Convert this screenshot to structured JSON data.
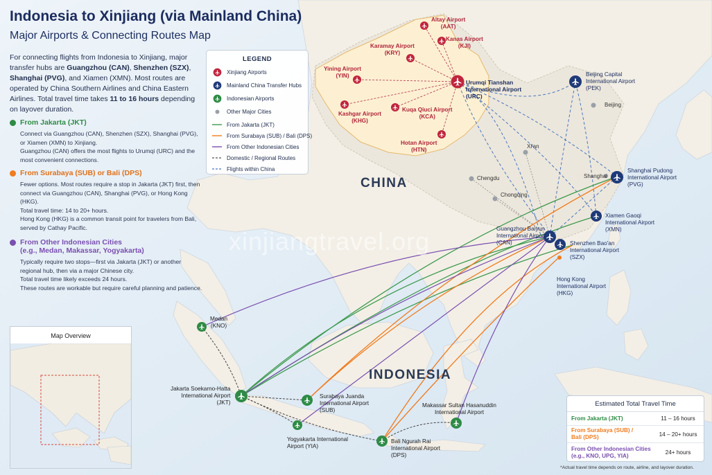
{
  "header": {
    "title": "Indonesia to Xinjiang (via Mainland China)",
    "subtitle": "Major Airports & Connecting Routes Map"
  },
  "intro": {
    "p1": "For connecting flights from Indonesia to Xinjiang, major transfer hubs are ",
    "hub1": "Guangzhou (CAN)",
    "sep1": ", ",
    "hub2": "Shenzhen (SZX)",
    "sep2": ", ",
    "hub3": "Shanghai (PVG)",
    "p2": ", and Xiamen (XMN). Most routes are operated by China Southern Airlines and China Eastern Airlines. Total travel time takes ",
    "time": "11 to 16 hours",
    "p3": " depending on layover duration."
  },
  "sections": {
    "jakarta": {
      "title": "From Jakarta (JKT)",
      "lines": [
        "Connect via Guangzhou (CAN), Shenzhen (SZX), Shanghai (PVG), or Xiamen (XMN) to Xinjiang.",
        "Guangzhou (CAN) offers the most flights to Urumqi (URC) and the most convenient connections."
      ]
    },
    "surabaya": {
      "title": "From Surabaya (SUB) or Bali (DPS)",
      "lines": [
        "Fewer options. Most routes require a stop in Jakarta (JKT) first, then connect via Guangzhou (CAN), Shanghai (PVG), or Hong Kong (HKG).",
        "Total travel time: 14 to 20+ hours.",
        "Hong Kong (HKG) is a common transit point for travelers from Bali, served by Cathay Pacific."
      ]
    },
    "other": {
      "title1": "From Other Indonesian Cities",
      "title2": "(e.g., Medan, Makassar, Yogyakarta)",
      "lines": [
        "Typically require two stops—first via Jakarta (JKT) or another regional hub, then via a major Chinese city.",
        "Total travel time likely exceeds 24 hours.",
        "These routes are workable but require careful planning and patience."
      ]
    }
  },
  "legend": {
    "title": "LEGEND",
    "items": [
      "Xinjiang Airports",
      "Mainland China Transfer Hubs",
      "Indonesian Airports",
      "Other Major Cities",
      "From Jakarta (JKT)",
      "From Surabaya (SUB) / Bali (DPS)",
      "From Other Indonesian Cities",
      "Domestic / Regional Routes",
      "Flights within China"
    ]
  },
  "colors": {
    "xinjiang": "#c0253c",
    "hub": "#1f3a78",
    "indonesia": "#2e8b45",
    "jakarta": "#3e9a4e",
    "surabaya": "#ef7c1f",
    "other": "#7a4fb0",
    "domestic": "#555555",
    "china": "#4a76c0"
  },
  "airports": {
    "altay": {
      "name": "Altay Airport",
      "code": "(AAT)"
    },
    "kanas": {
      "name": "Kanas Airport",
      "code": "(KJI)"
    },
    "karamay": {
      "name": "Karamay Airport",
      "code": "(KRY)"
    },
    "yining": {
      "name": "Yining Airport",
      "code": "(YIN)"
    },
    "urumqi": {
      "name1": "Urumqi Tianshan",
      "name2": "International Airport",
      "code": "(URC)"
    },
    "kashgar": {
      "name": "Kashgar Airport",
      "code": "(KHG)"
    },
    "kuqa": {
      "name": "Kuqa Qiuci Airport",
      "code": "(KCA)"
    },
    "hotan": {
      "name": "Hotan Airport",
      "code": "(HTN)"
    },
    "beijing": {
      "name1": "Beijing Capital",
      "name2": "International Airport",
      "code": "(PEK)"
    },
    "shanghai": {
      "name1": "Shanghai Pudong",
      "name2": "International Airport",
      "code": "(PVG)"
    },
    "xiamen": {
      "name1": "Xiamen Gaoqi",
      "name2": "International Airport",
      "code": "(XMN)"
    },
    "guangzhou": {
      "name1": "Guangzhou Baiyun",
      "name2": "International Airport",
      "code": "(CAN)"
    },
    "shenzhen": {
      "name1": "Shenzhen Bao'an",
      "name2": "International Airport",
      "code": "(SZX)"
    },
    "hongkong": {
      "name1": "Hong Kong",
      "name2": "International Airport",
      "code": "(HKG)"
    },
    "medan": {
      "name": "Medan",
      "code": "(KNO)"
    },
    "jakarta": {
      "name1": "Jakarta Soekarno-Hatta",
      "name2": "International Airport",
      "code": "(JKT)"
    },
    "surabaya": {
      "name1": "Surabaya Juanda",
      "name2": "International Airport",
      "code": "(SUB)"
    },
    "yogyakarta": {
      "name1": "Yogyakarta International",
      "name2": "Airport (YIA)"
    },
    "bali": {
      "name1": "Bali Ngurah Rai",
      "name2": "International Airport",
      "code": "(DPS)"
    },
    "makassar": {
      "name1": "Makassar Sultan Hasanuddin",
      "name2": "International Airport"
    }
  },
  "cities": {
    "beijing": "Beijing",
    "xian": "Xi'an",
    "shanghai": "Shanghai",
    "chengdu": "Chengdu",
    "chongqing": "Chongqing"
  },
  "countries": {
    "china": "CHINA",
    "indonesia": "INDONESIA"
  },
  "watermark": "xinjiangtravel.org",
  "overview": {
    "title": "Map Overview"
  },
  "travel_time": {
    "title": "Estimated Total Travel Time",
    "rows": [
      {
        "route": "From Jakarta (JKT)",
        "time": "11 – 16 hours"
      },
      {
        "route1": "From Surabaya (SUB) /",
        "route2": "Bali (DPS)",
        "time": "14 – 20+ hours"
      },
      {
        "route1": "From Other Indonesian Cities",
        "route2": "(e.g., KNO, UPG, YIA)",
        "time": "24+ hours"
      }
    ],
    "note": "*Actual travel time depends on route, airline, and layover duration."
  }
}
